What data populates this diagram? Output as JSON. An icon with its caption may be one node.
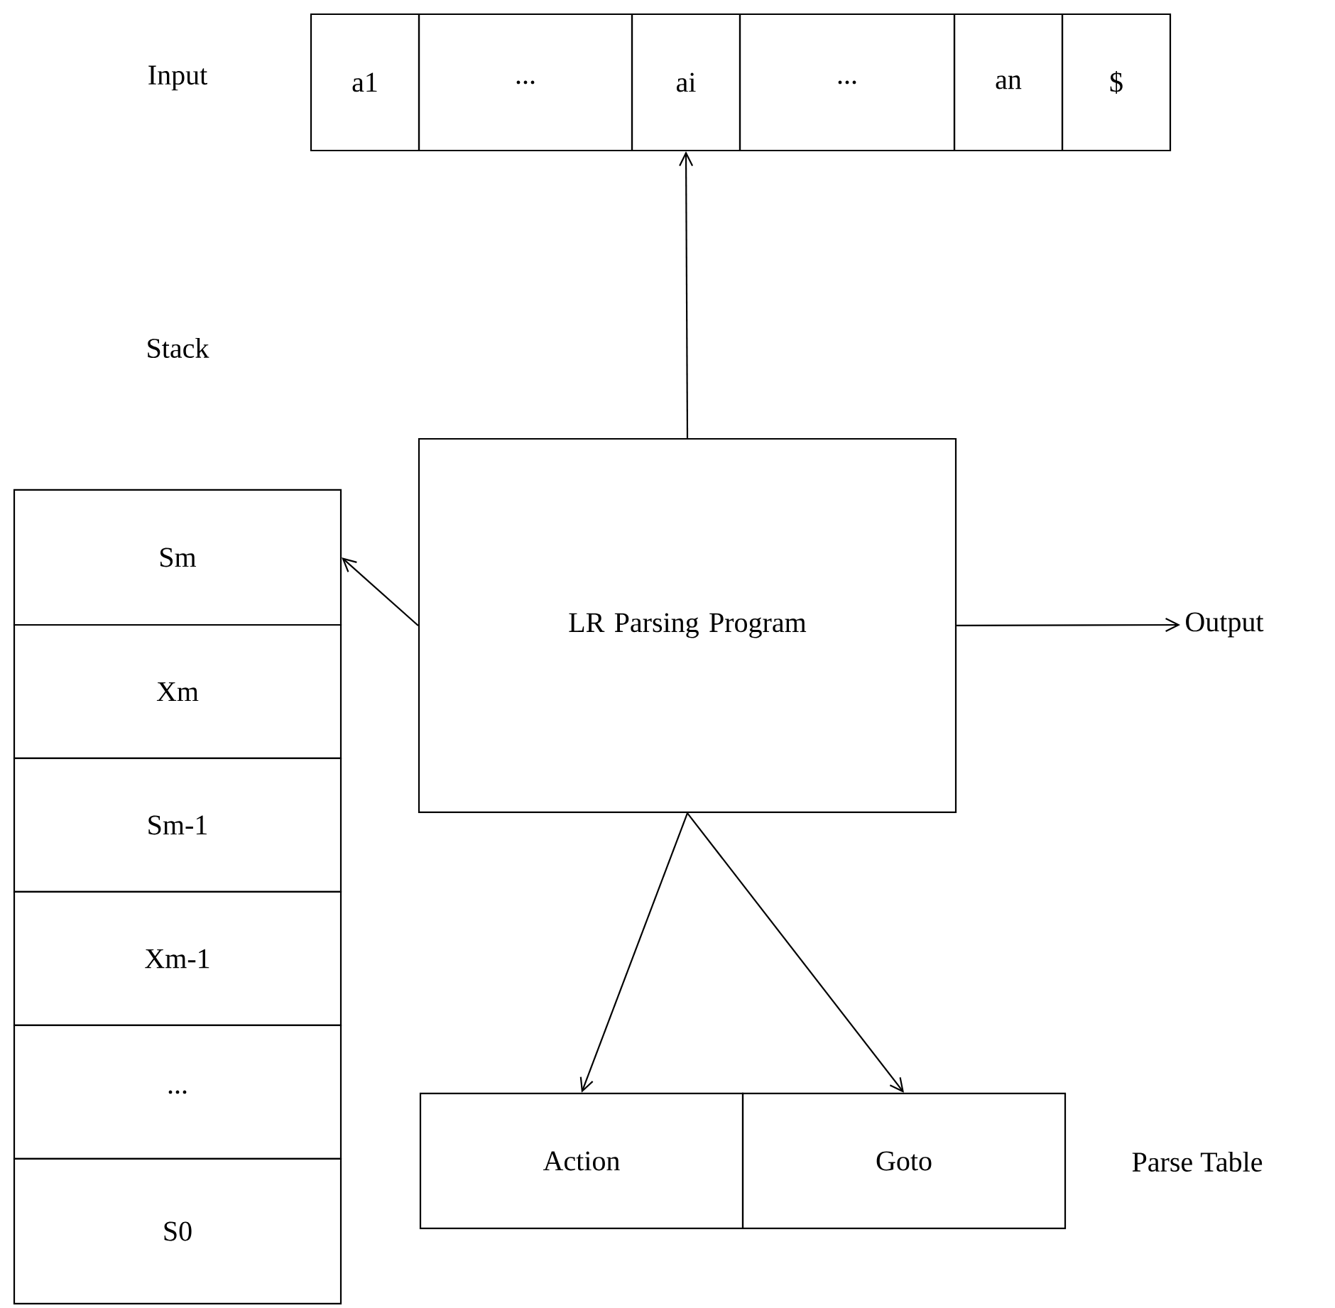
{
  "diagram": {
    "nodes": [
      {
        "text": [
          "a1"
        ]
      },
      {
        "text": [
          "..."
        ]
      },
      {
        "text": [
          "ai"
        ]
      },
      {
        "text": [
          "..."
        ]
      },
      {
        "text": [
          "an"
        ]
      },
      {
        "text": [
          "$"
        ]
      },
      {
        "text": [
          "Sm"
        ]
      },
      {
        "text": [
          "Xm"
        ]
      },
      {
        "text": [
          "Sm-1"
        ]
      },
      {
        "text": [
          "Xm-1"
        ]
      },
      {
        "text": [
          "..."
        ]
      },
      {
        "text": [
          "S0"
        ]
      },
      {
        "text": [
          "LR Parsing Program"
        ]
      },
      {
        "text": [
          "Action"
        ]
      },
      {
        "text": [
          "Goto"
        ]
      },
      {
        "text": [
          "Output"
        ]
      }
    ],
    "edges": [
      {
        "from": 12,
        "to": 2,
        "arrow": "to"
      },
      {
        "from": 12,
        "to": 6,
        "arrow": "to"
      },
      {
        "from": 12,
        "to": 15,
        "arrow": "to"
      },
      {
        "from": 12,
        "to": 13,
        "arrow": "to"
      },
      {
        "from": 12,
        "to": 14,
        "arrow": "to"
      }
    ],
    "labels": [
      "Input",
      "Stack",
      "Parse Table"
    ]
  }
}
